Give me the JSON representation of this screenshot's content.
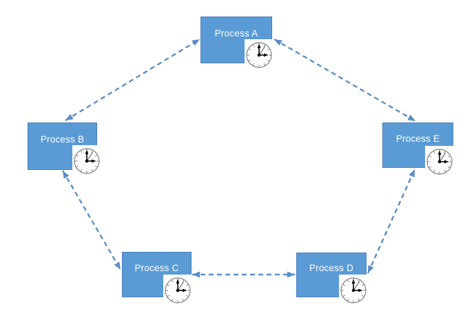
{
  "diagram": {
    "type": "process-cycle-diagram",
    "background": "#ffffff",
    "nodes": [
      {
        "id": "A",
        "label": "Process A",
        "icon": "clock-icon",
        "position": "top-center"
      },
      {
        "id": "B",
        "label": "Process B",
        "icon": "clock-icon",
        "position": "middle-left"
      },
      {
        "id": "C",
        "label": "Process C",
        "icon": "clock-icon",
        "position": "bottom-left"
      },
      {
        "id": "D",
        "label": "Process D",
        "icon": "clock-icon",
        "position": "bottom-right"
      },
      {
        "id": "E",
        "label": "Process E",
        "icon": "clock-icon",
        "position": "middle-right"
      }
    ],
    "edges": [
      {
        "from": "Process A",
        "to": "Process B",
        "style": "dashed",
        "bidirectional": true
      },
      {
        "from": "Process A",
        "to": "Process E",
        "style": "dashed",
        "bidirectional": true
      },
      {
        "from": "Process B",
        "to": "Process C",
        "style": "dashed",
        "bidirectional": true
      },
      {
        "from": "Process C",
        "to": "Process D",
        "style": "dashed",
        "bidirectional": true
      },
      {
        "from": "Process D",
        "to": "Process E",
        "style": "dashed",
        "bidirectional": true
      }
    ],
    "colors": {
      "node_fill": "#5b9bd5",
      "node_border": "#4a7ebb",
      "node_text": "#ffffff",
      "edge": "#5b8ec6",
      "clock_outline": "#7f7f7f",
      "clock_hands": "#000000"
    }
  }
}
